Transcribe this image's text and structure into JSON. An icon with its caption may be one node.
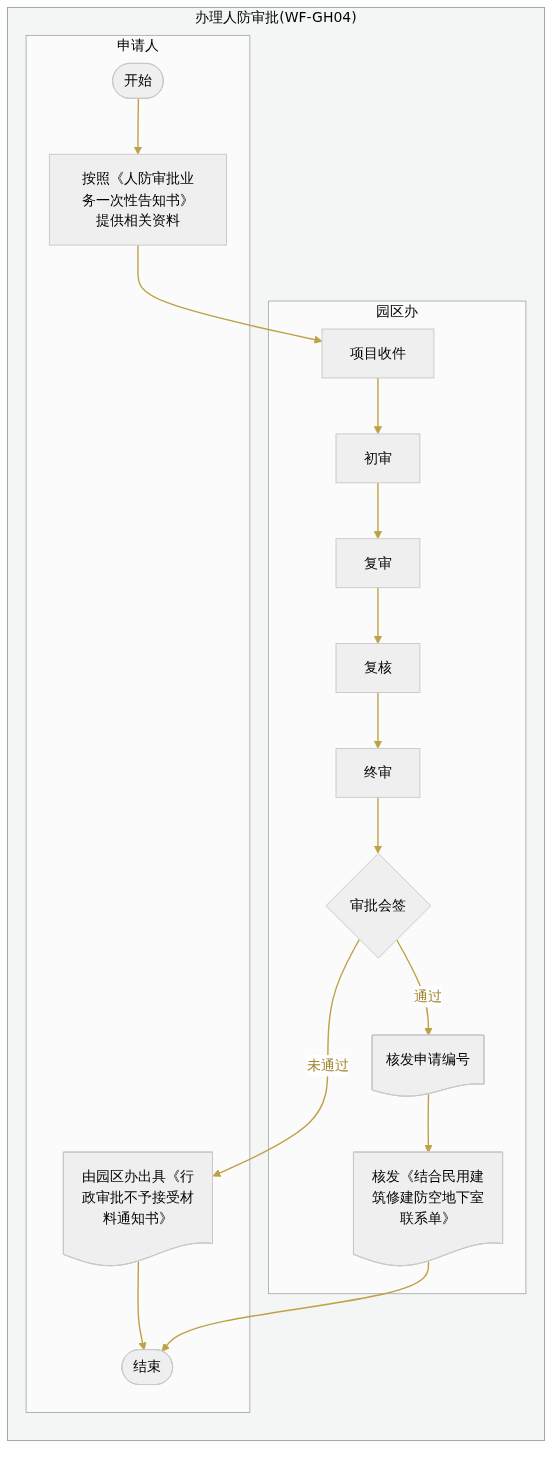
{
  "diagram": {
    "nodes": [
      {
        "text": [
          "办理人防审批(WF-GH04)"
        ]
      },
      {
        "text": [
          "申请人"
        ],
        "in": 0
      },
      {
        "text": [
          "园区办"
        ],
        "in": 0
      },
      {
        "text": [
          "开始"
        ],
        "in": 1
      },
      {
        "text": [
          "按照《人防审批业务一次性告知书》提供相关资料"
        ],
        "in": 1
      },
      {
        "text": [
          "项目收件"
        ],
        "in": 2
      },
      {
        "text": [
          "初审"
        ],
        "in": 2
      },
      {
        "text": [
          "复审"
        ],
        "in": 2
      },
      {
        "text": [
          "复核"
        ],
        "in": 2
      },
      {
        "text": [
          "终审"
        ],
        "in": 2
      },
      {
        "text": [
          "审批会签"
        ],
        "in": 2
      },
      {
        "text": [
          "由园区办出具《行政审批不予接受材料通知书》"
        ],
        "in": 1
      },
      {
        "text": [
          "核发申请编号"
        ],
        "in": 2
      },
      {
        "text": [
          "核发《结合民用建筑修建防空地下室联系单》"
        ],
        "in": 2
      },
      {
        "text": [
          "结束"
        ],
        "in": 1
      }
    ],
    "edges": [
      {
        "from": 3,
        "to": 4,
        "arrow": "to"
      },
      {
        "from": 4,
        "to": 5,
        "arrow": "to"
      },
      {
        "from": 5,
        "to": 6,
        "arrow": "to"
      },
      {
        "from": 6,
        "to": 7,
        "arrow": "to"
      },
      {
        "from": 7,
        "to": 8,
        "arrow": "to"
      },
      {
        "from": 8,
        "to": 9,
        "arrow": "to"
      },
      {
        "from": 9,
        "to": 10,
        "arrow": "to"
      },
      {
        "from": 10,
        "to": 11,
        "arrow": "to",
        "label": "未通过"
      },
      {
        "from": 10,
        "to": 12,
        "arrow": "to",
        "label": "通过"
      },
      {
        "from": 12,
        "to": 13,
        "arrow": "to"
      },
      {
        "from": 11,
        "to": 14,
        "arrow": "to"
      },
      {
        "from": 13,
        "to": 14,
        "arrow": "to"
      }
    ]
  }
}
